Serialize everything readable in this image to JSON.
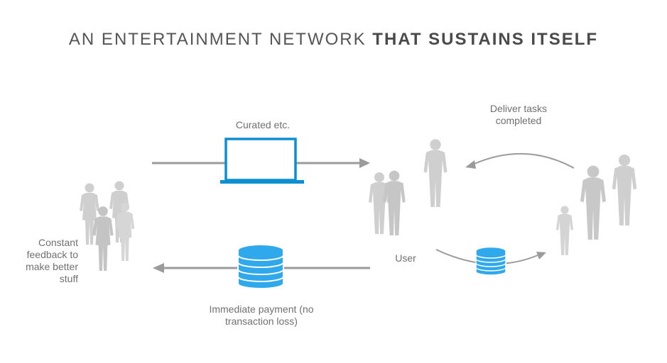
{
  "title": {
    "light": "AN ENTERTAINMENT NETWORK ",
    "bold": "THAT SUSTAINS ITSELF"
  },
  "labels": {
    "curated": "Curated etc.",
    "deliver_line1": "Deliver tasks",
    "deliver_line2": "completed",
    "feedback_line1": "Constant",
    "feedback_line2": "feedback to",
    "feedback_line3": "make better",
    "feedback_line4": "stuff",
    "user": "User",
    "payment_line1": "Immediate payment (no",
    "payment_line2": "transaction loss)"
  },
  "colors": {
    "arrow": "#9b9b9b",
    "accent": "#0b8fd1",
    "coin": "#2fa8ec",
    "person": "#cfcfcf"
  },
  "icons": [
    "laptop-icon",
    "coin-stack-icon",
    "people-group-icon",
    "person-icon"
  ]
}
